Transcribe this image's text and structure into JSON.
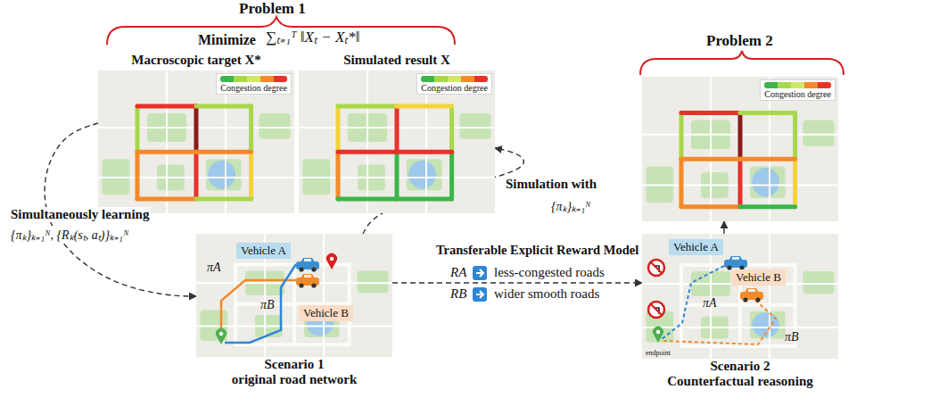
{
  "diagram": {
    "nodes": [
      {
        "text": [
          "Macroscopic target X*",
          "Congestion degree"
        ]
      },
      {
        "text": [
          "Simulated result X",
          "Congestion degree"
        ]
      },
      {
        "text": [
          "Scenario 1",
          "original road network"
        ]
      },
      {
        "text": [
          "Vehicle A"
        ],
        "in": 2
      },
      {
        "text": [
          "Vehicle B"
        ],
        "in": 2
      },
      {
        "text": [
          "Scenario 2",
          "Counterfactual reasoning"
        ]
      },
      {
        "text": [
          "Vehicle A"
        ],
        "in": 5
      },
      {
        "text": [
          "Vehicle B"
        ],
        "in": 5
      },
      {
        "text": [
          "Congestion degree"
        ]
      }
    ],
    "edges": [
      {
        "from": 0,
        "to": 2,
        "arrow": "to",
        "label": "Simultaneously learning"
      },
      {
        "from": 2,
        "to": 1,
        "arrow": "to",
        "label": "Simulation with"
      },
      {
        "from": 2,
        "to": 5,
        "arrow": "to",
        "label": "Transferable Explicit Reward Model"
      },
      {
        "from": 5,
        "to": 8,
        "arrow": "to"
      }
    ],
    "labels": [
      "Problem 1",
      "Minimize",
      "∑ₜ₌₁ᵀ ‖Xₜ − Xₜ*‖",
      "{πₖ}ₖ₌₁ᴺ, {Rₖ(sₜ, aₜ)}ₖ₌₁ᴺ",
      "{πₖ}ₖ₌₁ᴺ",
      "RA",
      "less-congested roads",
      "RB",
      "wider smooth roads",
      "πA",
      "πB",
      "Problem 2",
      "πA",
      "πB",
      "endpoint"
    ]
  }
}
